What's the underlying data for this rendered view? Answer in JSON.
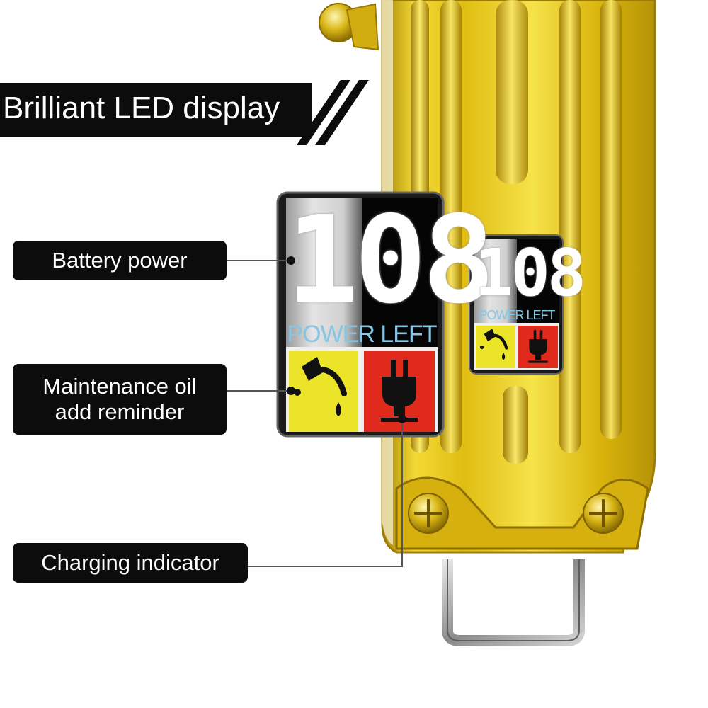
{
  "title": "Brilliant LED display",
  "callouts": {
    "battery": "Battery power",
    "oil_line1": "Maintenance oil",
    "oil_line2": "add reminder",
    "charging": "Charging indicator"
  },
  "display": {
    "digits": "108",
    "caption": "POWER LEFT"
  },
  "colors": {
    "gold": "#e3c21a",
    "gold_dark": "#b08d06",
    "oil_tile": "#ece428",
    "plug_tile": "#e02a1c",
    "caption": "#86c5e3"
  },
  "icons": {
    "oil": "oil-can-icon",
    "charging": "plug-icon"
  }
}
